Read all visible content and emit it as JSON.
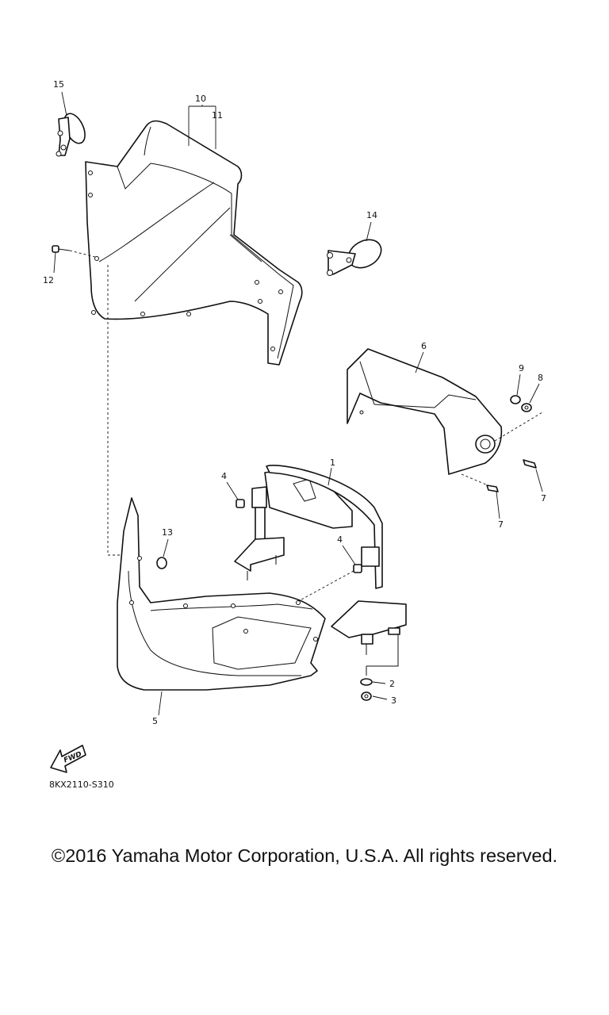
{
  "callouts": {
    "c1": "1",
    "c2": "2",
    "c3": "3",
    "c4a": "4",
    "c4b": "4",
    "c5": "5",
    "c6": "6",
    "c7a": "7",
    "c7b": "7",
    "c8": "8",
    "c9": "9",
    "c10": "10",
    "c11": "11",
    "c12": "12",
    "c13": "13",
    "c14": "14",
    "c15": "15"
  },
  "fwd_label": "FWD",
  "diagram_code": "8KX2110-S310",
  "copyright": "©2016 Yamaha Motor Corporation, U.S.A. All rights reserved."
}
